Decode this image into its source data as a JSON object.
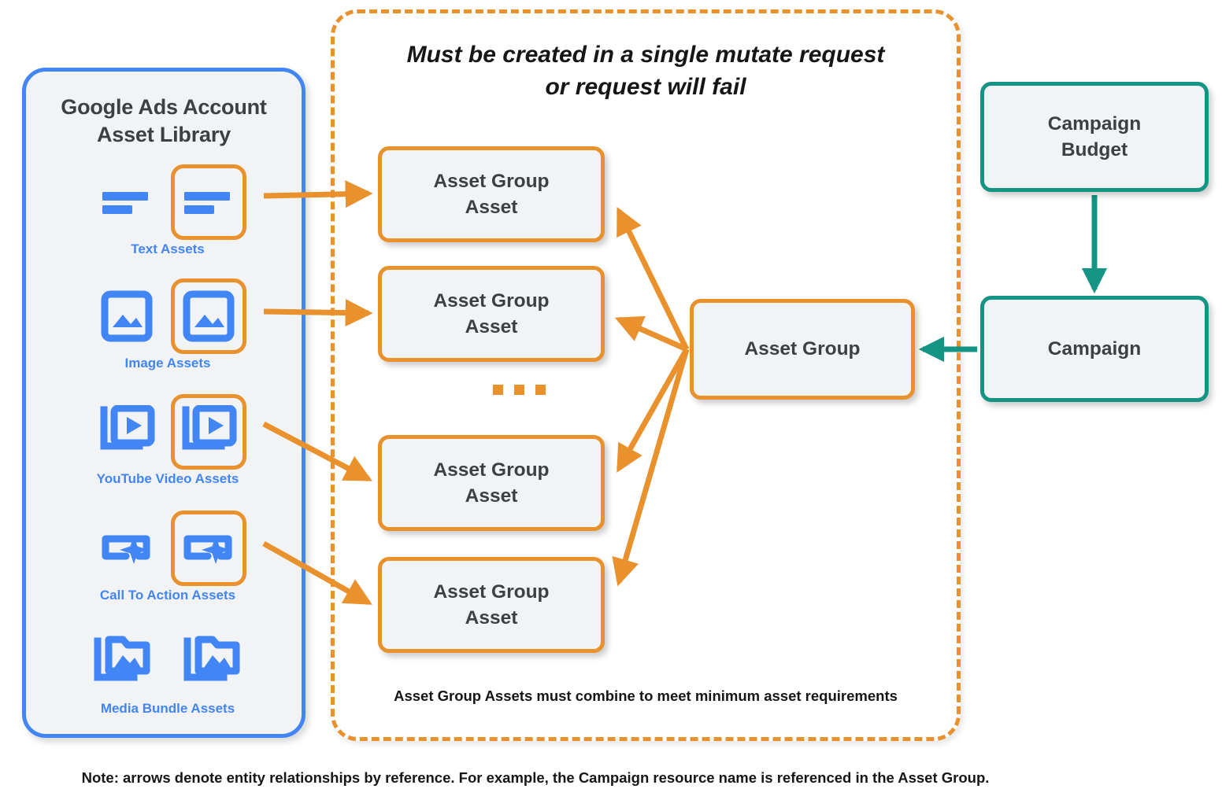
{
  "palette": {
    "blue": "#4285f4",
    "orange": "#e8912d",
    "teal": "#159484",
    "node_fill": "#f1f3f4",
    "text": "#3c4043"
  },
  "library_panel": {
    "title": "Google Ads Account\nAsset Library",
    "title_line1": "Google Ads Account",
    "title_line2": "Asset Library",
    "rows": [
      {
        "label": "Text Assets",
        "icon": "text-asset-icon",
        "selected": true
      },
      {
        "label": "Image Assets",
        "icon": "image-asset-icon",
        "selected": true
      },
      {
        "label": "YouTube Video  Assets",
        "icon": "video-asset-icon",
        "selected": true
      },
      {
        "label": "Call To Action Assets",
        "icon": "call-to-action-icon",
        "selected": true
      },
      {
        "label": "Media Bundle  Assets",
        "icon": "media-bundle-icon",
        "selected": false
      }
    ]
  },
  "mutate_region": {
    "title_line1": "Must be created in a single mutate request",
    "title_line2": "or request will fail",
    "footnote": "Asset Group Assets must combine to meet minimum asset requirements",
    "asset_group_assets": [
      {
        "line1": "Asset Group",
        "line2": "Asset"
      },
      {
        "line1": "Asset Group",
        "line2": "Asset"
      },
      {
        "line1": "Asset Group",
        "line2": "Asset"
      },
      {
        "line1": "Asset Group",
        "line2": "Asset"
      }
    ],
    "ellipsis": "..."
  },
  "nodes": {
    "asset_group": "Asset Group",
    "campaign_budget_line1": "Campaign",
    "campaign_budget_line2": "Budget",
    "campaign": "Campaign"
  },
  "footer": {
    "note": "Note: arrows denote entity relationships by reference. For example, the Campaign resource name is referenced in the Asset Group."
  },
  "chart_data": {
    "type": "diagram",
    "title": "Google Ads Performance Max asset group entity relationships",
    "nodes": [
      {
        "id": "text-assets",
        "label": "Text Assets",
        "group": "asset-library",
        "color": "#4285f4"
      },
      {
        "id": "image-assets",
        "label": "Image Assets",
        "group": "asset-library",
        "color": "#4285f4"
      },
      {
        "id": "youtube-video-assets",
        "label": "YouTube Video  Assets",
        "group": "asset-library",
        "color": "#4285f4"
      },
      {
        "id": "call-to-action-assets",
        "label": "Call To Action Assets",
        "group": "asset-library",
        "color": "#4285f4"
      },
      {
        "id": "media-bundle-assets",
        "label": "Media Bundle  Assets",
        "group": "asset-library",
        "color": "#4285f4"
      },
      {
        "id": "asset-group-asset-1",
        "label": "Asset Group Asset",
        "group": "mutate-request",
        "color": "#e8912d"
      },
      {
        "id": "asset-group-asset-2",
        "label": "Asset Group Asset",
        "group": "mutate-request",
        "color": "#e8912d"
      },
      {
        "id": "asset-group-asset-3",
        "label": "Asset Group Asset",
        "group": "mutate-request",
        "color": "#e8912d"
      },
      {
        "id": "asset-group-asset-4",
        "label": "Asset Group Asset",
        "group": "mutate-request",
        "color": "#e8912d"
      },
      {
        "id": "asset-group",
        "label": "Asset Group",
        "group": "mutate-request",
        "color": "#e8912d"
      },
      {
        "id": "campaign-budget",
        "label": "Campaign Budget",
        "group": "campaign",
        "color": "#159484"
      },
      {
        "id": "campaign",
        "label": "Campaign",
        "group": "campaign",
        "color": "#159484"
      }
    ],
    "edges": [
      {
        "from": "text-assets",
        "to": "asset-group-asset-1",
        "color": "#e8912d"
      },
      {
        "from": "image-assets",
        "to": "asset-group-asset-2",
        "color": "#e8912d"
      },
      {
        "from": "youtube-video-assets",
        "to": "asset-group-asset-3",
        "color": "#e8912d"
      },
      {
        "from": "call-to-action-assets",
        "to": "asset-group-asset-4",
        "color": "#e8912d"
      },
      {
        "from": "asset-group",
        "to": "asset-group-asset-1",
        "color": "#e8912d"
      },
      {
        "from": "asset-group",
        "to": "asset-group-asset-2",
        "color": "#e8912d"
      },
      {
        "from": "asset-group",
        "to": "asset-group-asset-3",
        "color": "#e8912d"
      },
      {
        "from": "asset-group",
        "to": "asset-group-asset-4",
        "color": "#e8912d"
      },
      {
        "from": "campaign-budget",
        "to": "campaign",
        "color": "#159484"
      },
      {
        "from": "campaign",
        "to": "asset-group",
        "color": "#159484"
      }
    ]
  }
}
